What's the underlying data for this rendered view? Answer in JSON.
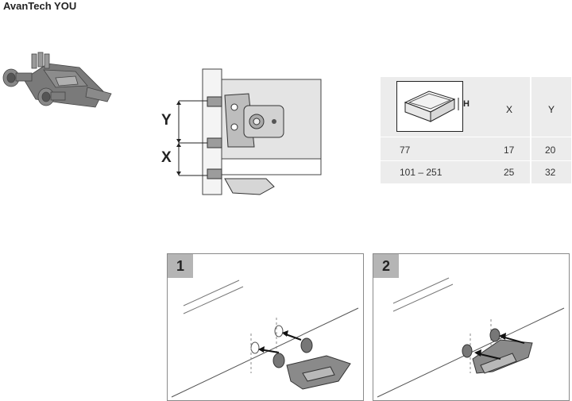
{
  "header": {
    "title": "AvanTech YOU"
  },
  "dimension_diagram": {
    "label_y": "Y",
    "label_x": "X"
  },
  "table": {
    "icon_label": "H",
    "columns": [
      "X",
      "Y"
    ],
    "rows": [
      {
        "h": "77",
        "x": "17",
        "y": "20"
      },
      {
        "h": "101 – 251",
        "x": "25",
        "y": "32"
      }
    ]
  },
  "steps": [
    {
      "number": "1"
    },
    {
      "number": "2"
    }
  ],
  "colors": {
    "table_bg": "#ececec",
    "step_number_bg": "#b5b5b5",
    "part_gray": "#6e6e6e"
  }
}
